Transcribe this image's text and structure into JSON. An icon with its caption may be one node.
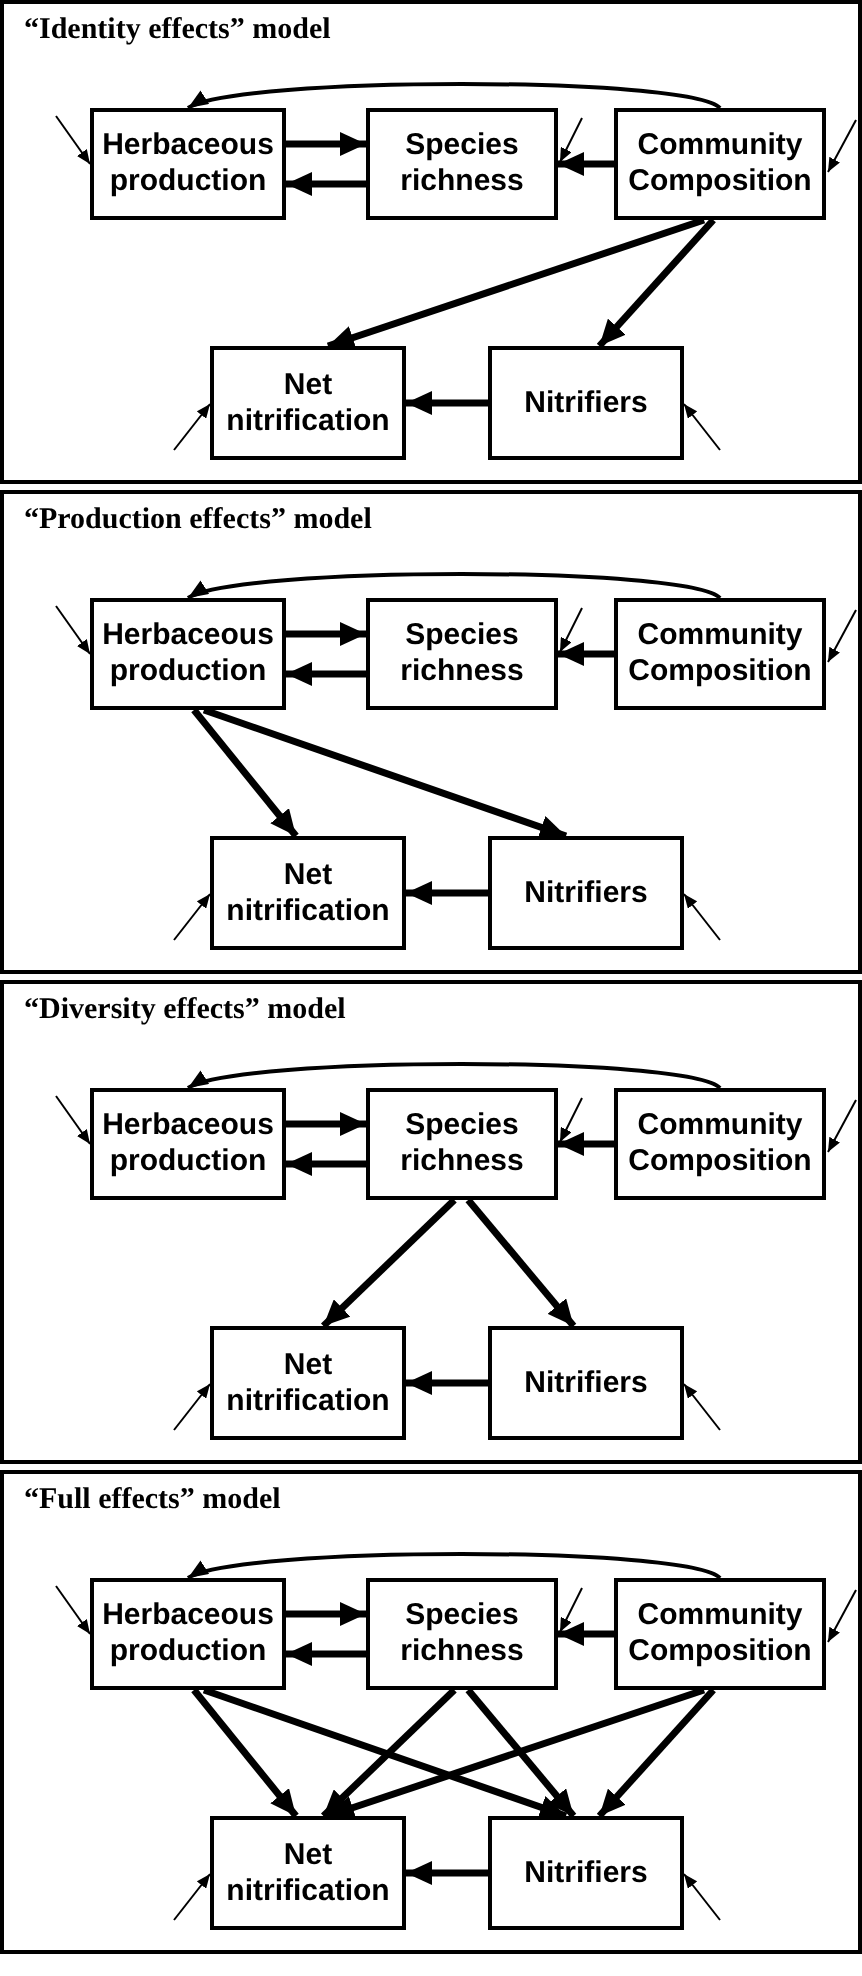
{
  "diagram": {
    "nodes": [
      {
        "text": [
          "“Identity effects” model"
        ]
      },
      {
        "text": [
          "Herbaceous production"
        ],
        "in": 0
      },
      {
        "text": [
          "Species richness"
        ],
        "in": 0
      },
      {
        "text": [
          "Community Composition"
        ],
        "in": 0
      },
      {
        "text": [
          "Net nitrification"
        ],
        "in": 0
      },
      {
        "text": [
          "Nitrifiers"
        ],
        "in": 0
      },
      {
        "text": [
          "“Production effects” model"
        ]
      },
      {
        "text": [
          "Herbaceous production"
        ],
        "in": 6
      },
      {
        "text": [
          "Species richness"
        ],
        "in": 6
      },
      {
        "text": [
          "Community Composition"
        ],
        "in": 6
      },
      {
        "text": [
          "Net nitrification"
        ],
        "in": 6
      },
      {
        "text": [
          "Nitrifiers"
        ],
        "in": 6
      },
      {
        "text": [
          "“Diversity effects” model"
        ]
      },
      {
        "text": [
          "Herbaceous production"
        ],
        "in": 12
      },
      {
        "text": [
          "Species richness"
        ],
        "in": 12
      },
      {
        "text": [
          "Community Composition"
        ],
        "in": 12
      },
      {
        "text": [
          "Net nitrification"
        ],
        "in": 12
      },
      {
        "text": [
          "Nitrifiers"
        ],
        "in": 12
      },
      {
        "text": [
          "“Full effects” model"
        ]
      },
      {
        "text": [
          "Herbaceous production"
        ],
        "in": 18
      },
      {
        "text": [
          "Species richness"
        ],
        "in": 18
      },
      {
        "text": [
          "Community Composition"
        ],
        "in": 18
      },
      {
        "text": [
          "Net nitrification"
        ],
        "in": 18
      },
      {
        "text": [
          "Nitrifiers"
        ],
        "in": 18
      }
    ],
    "edges": [
      {
        "from": 3,
        "to": 1,
        "arrow": "to"
      },
      {
        "from": 1,
        "to": 2,
        "arrow": "to"
      },
      {
        "from": 2,
        "to": 1,
        "arrow": "to"
      },
      {
        "from": 3,
        "to": 2,
        "arrow": "to"
      },
      {
        "from": 5,
        "to": 4,
        "arrow": "to"
      },
      {
        "from": 3,
        "to": 4,
        "arrow": "to"
      },
      {
        "from": 3,
        "to": 5,
        "arrow": "to"
      },
      {
        "from": null,
        "to": 1,
        "arrow": "to"
      },
      {
        "from": null,
        "to": 2,
        "arrow": "to"
      },
      {
        "from": null,
        "to": 3,
        "arrow": "to"
      },
      {
        "from": null,
        "to": 4,
        "arrow": "to"
      },
      {
        "from": null,
        "to": 5,
        "arrow": "to"
      },
      {
        "from": 9,
        "to": 7,
        "arrow": "to"
      },
      {
        "from": 7,
        "to": 8,
        "arrow": "to"
      },
      {
        "from": 8,
        "to": 7,
        "arrow": "to"
      },
      {
        "from": 9,
        "to": 8,
        "arrow": "to"
      },
      {
        "from": 11,
        "to": 10,
        "arrow": "to"
      },
      {
        "from": 7,
        "to": 10,
        "arrow": "to"
      },
      {
        "from": 7,
        "to": 11,
        "arrow": "to"
      },
      {
        "from": null,
        "to": 7,
        "arrow": "to"
      },
      {
        "from": null,
        "to": 8,
        "arrow": "to"
      },
      {
        "from": null,
        "to": 9,
        "arrow": "to"
      },
      {
        "from": null,
        "to": 10,
        "arrow": "to"
      },
      {
        "from": null,
        "to": 11,
        "arrow": "to"
      },
      {
        "from": 15,
        "to": 13,
        "arrow": "to"
      },
      {
        "from": 13,
        "to": 14,
        "arrow": "to"
      },
      {
        "from": 14,
        "to": 13,
        "arrow": "to"
      },
      {
        "from": 15,
        "to": 14,
        "arrow": "to"
      },
      {
        "from": 17,
        "to": 16,
        "arrow": "to"
      },
      {
        "from": 14,
        "to": 16,
        "arrow": "to"
      },
      {
        "from": 14,
        "to": 17,
        "arrow": "to"
      },
      {
        "from": null,
        "to": 13,
        "arrow": "to"
      },
      {
        "from": null,
        "to": 14,
        "arrow": "to"
      },
      {
        "from": null,
        "to": 15,
        "arrow": "to"
      },
      {
        "from": null,
        "to": 16,
        "arrow": "to"
      },
      {
        "from": null,
        "to": 17,
        "arrow": "to"
      },
      {
        "from": 21,
        "to": 19,
        "arrow": "to"
      },
      {
        "from": 19,
        "to": 20,
        "arrow": "to"
      },
      {
        "from": 20,
        "to": 19,
        "arrow": "to"
      },
      {
        "from": 21,
        "to": 20,
        "arrow": "to"
      },
      {
        "from": 23,
        "to": 22,
        "arrow": "to"
      },
      {
        "from": 19,
        "to": 22,
        "arrow": "to"
      },
      {
        "from": 19,
        "to": 23,
        "arrow": "to"
      },
      {
        "from": 20,
        "to": 22,
        "arrow": "to"
      },
      {
        "from": 20,
        "to": 23,
        "arrow": "to"
      },
      {
        "from": 21,
        "to": 22,
        "arrow": "to"
      },
      {
        "from": 21,
        "to": 23,
        "arrow": "to"
      },
      {
        "from": null,
        "to": 19,
        "arrow": "to"
      },
      {
        "from": null,
        "to": 20,
        "arrow": "to"
      },
      {
        "from": null,
        "to": 21,
        "arrow": "to"
      },
      {
        "from": null,
        "to": 22,
        "arrow": "to"
      },
      {
        "from": null,
        "to": 23,
        "arrow": "to"
      }
    ]
  }
}
